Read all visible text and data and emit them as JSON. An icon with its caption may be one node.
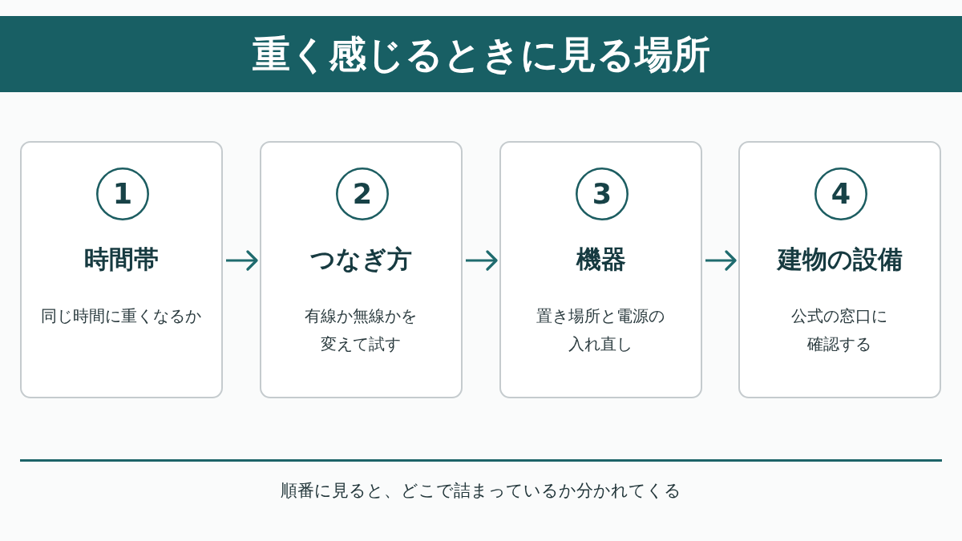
{
  "diagram": {
    "title": "重く感じるときに見る場所",
    "caption": "順番に見ると、どこで詰まっているか分かれてくる",
    "nodes": [
      {
        "text": [
          "時間帯",
          "同じ時間に重くなるか"
        ]
      },
      {
        "text": [
          "1"
        ],
        "in": 0
      },
      {
        "text": [
          "つなぎ方",
          "有線か無線かを変えて試す"
        ]
      },
      {
        "text": [
          "2"
        ],
        "in": 2
      },
      {
        "text": [
          "機器",
          "置き場所と電源の入れ直し"
        ]
      },
      {
        "text": [
          "3"
        ],
        "in": 4
      },
      {
        "text": [
          "建物の設備",
          "公式の窓口に確認する"
        ]
      },
      {
        "text": [
          "4"
        ],
        "in": 6
      }
    ],
    "edges": [
      {
        "from": 0,
        "to": 2,
        "arrow": "to"
      },
      {
        "from": 2,
        "to": 4,
        "arrow": "to"
      },
      {
        "from": 4,
        "to": 6,
        "arrow": "to"
      }
    ]
  }
}
